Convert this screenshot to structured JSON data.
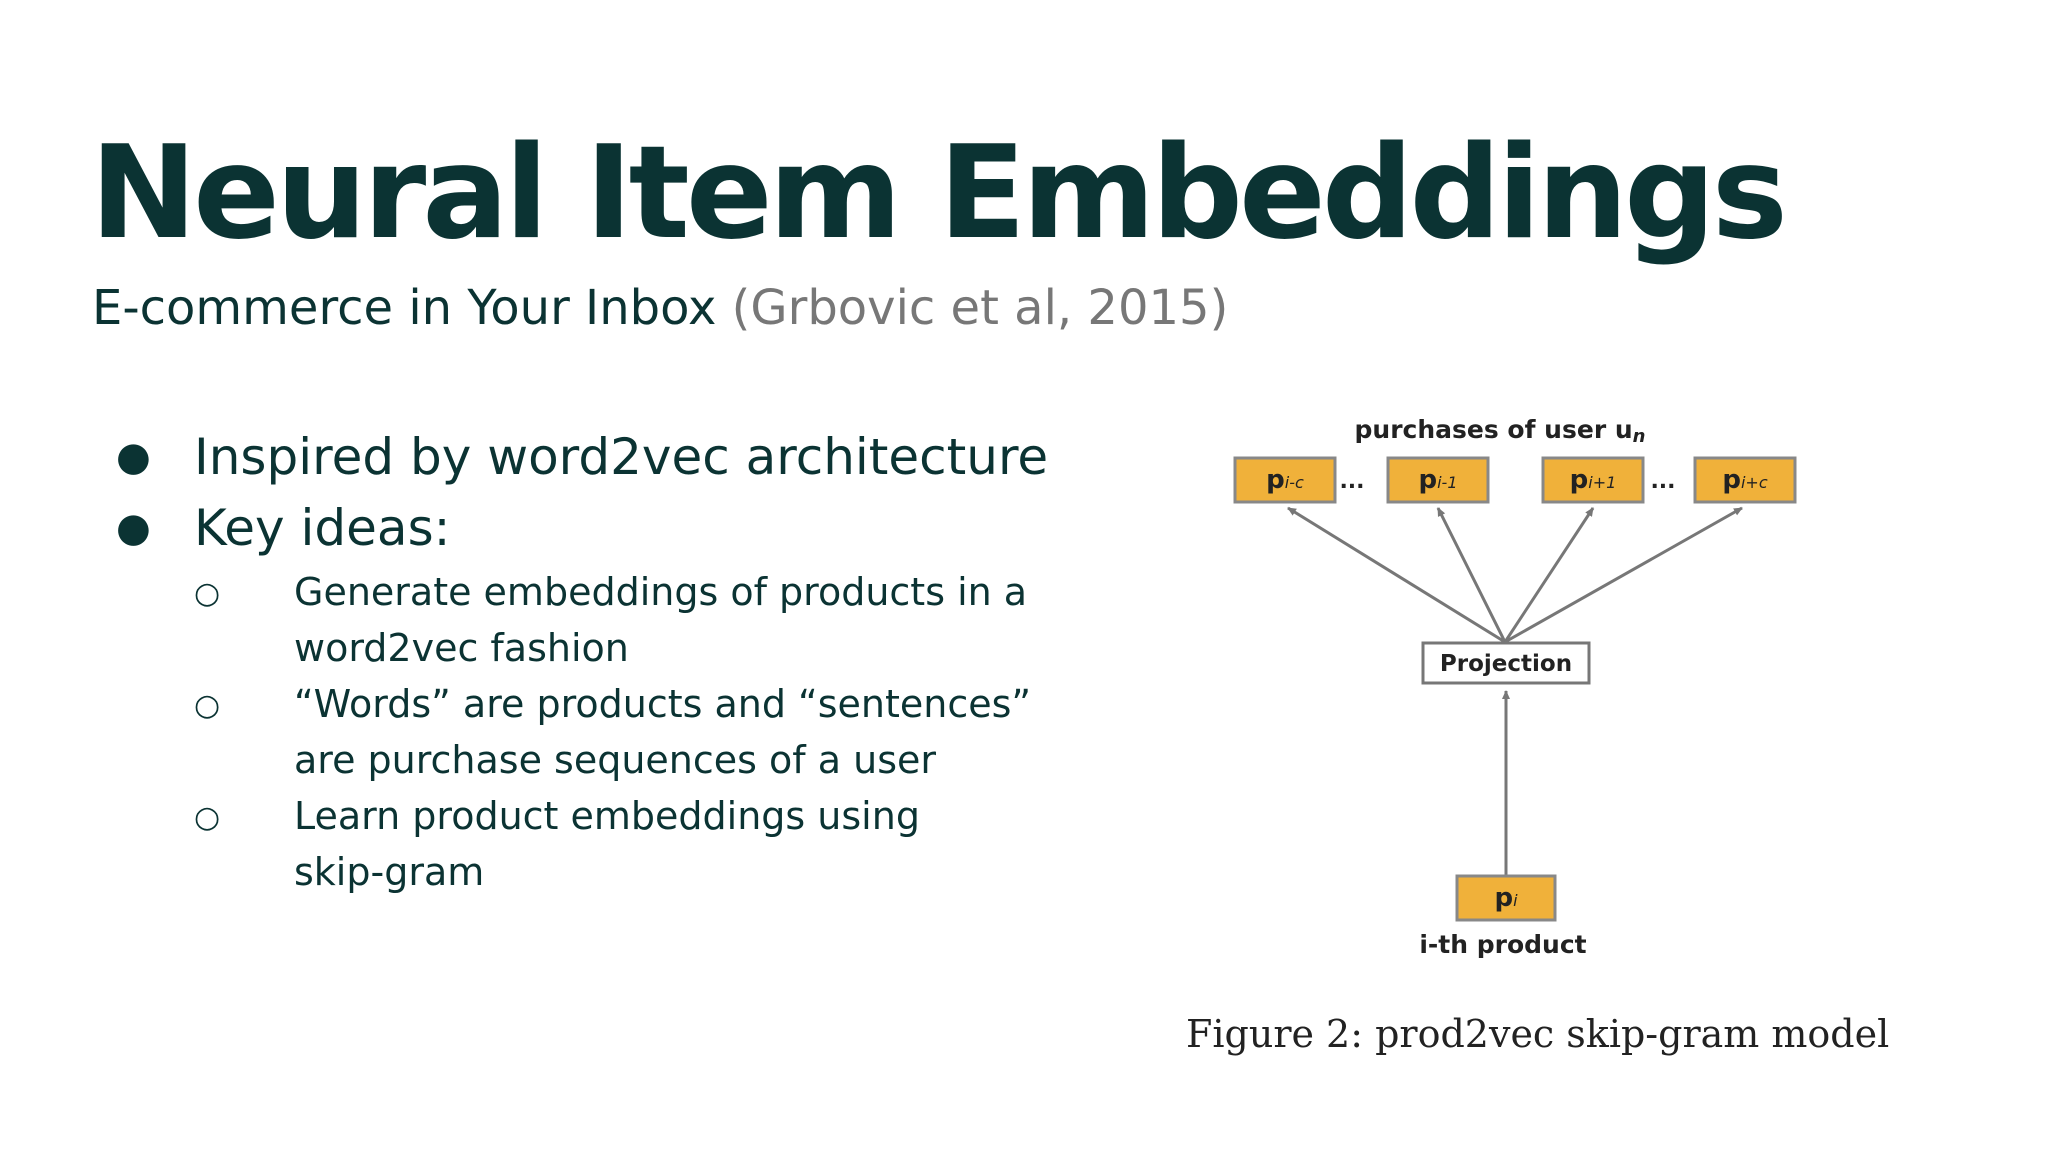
{
  "slide": {
    "title": "Neural Item Embeddings",
    "subtitle": "E-commerce in Your Inbox",
    "citation": "(Grbovic et al, 2015)"
  },
  "bullets": [
    {
      "text": "Inspired by word2vec architecture",
      "children": []
    },
    {
      "text": "Key ideas:",
      "children": [
        {
          "line1": "Generate embeddings of products in a",
          "line2": "word2vec fashion"
        },
        {
          "line1": "“Words” are products and “sentences”",
          "line2": "are purchase sequences of a user"
        },
        {
          "line1": "Learn product embeddings using",
          "line2": "skip-gram"
        }
      ]
    }
  ],
  "bullet_markers": {
    "level1": "●",
    "level2": "○"
  },
  "diagram": {
    "top_label": "purchases of user u",
    "top_label_sub": "n",
    "context_nodes": [
      {
        "base": "p",
        "sub": "i-c"
      },
      {
        "base": "p",
        "sub": "i-1"
      },
      {
        "base": "p",
        "sub": "i+1"
      },
      {
        "base": "p",
        "sub": "i+c"
      }
    ],
    "ellipsis": "...",
    "projection_label": "Projection",
    "input_node": {
      "base": "p",
      "sub": "i"
    },
    "input_label": "i-th product",
    "caption": "Figure 2:  prod2vec skip-gram model",
    "colors": {
      "node_fill": "#f0b13a",
      "node_stroke": "#888888",
      "arrow": "#777777",
      "text": "#222222"
    }
  }
}
